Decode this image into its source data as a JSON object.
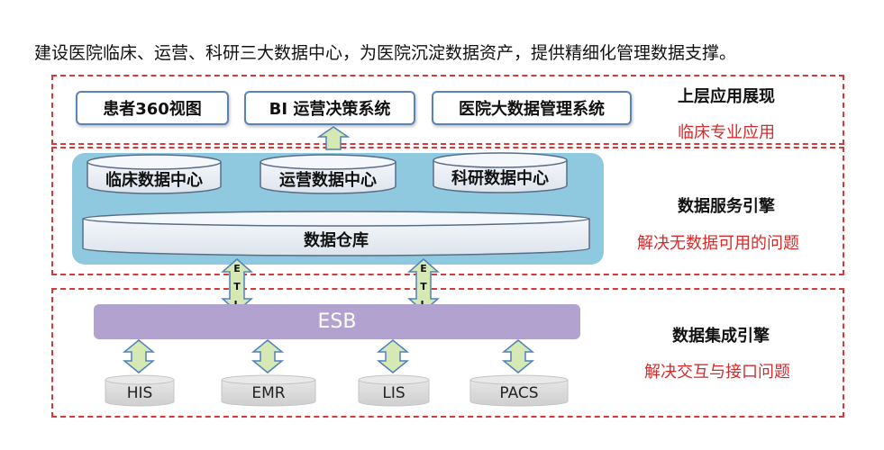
{
  "header": {
    "title": "建设医院临床、运营、科研三大数据中心，为医院沉淀数据资产，提供精细化管理数据支撑。"
  },
  "top_layer": {
    "apps": [
      "患者360视图",
      "BI 运营决策系统",
      "医院大数据管理系统"
    ],
    "label": "上层应用展现",
    "sublabel": "临床专业应用"
  },
  "service_layer": {
    "centers": [
      "临床数据中心",
      "运营数据中心",
      "科研数据中心"
    ],
    "warehouse": "数据仓库",
    "label": "数据服务引擎",
    "sublabel": "解决无数据可用的问题"
  },
  "etl": {
    "letters": [
      "E",
      "T",
      "L"
    ]
  },
  "integration_layer": {
    "bus": "ESB",
    "systems": [
      "HIS",
      "EMR",
      "LIS",
      "PACS"
    ],
    "label": "数据集成引擎",
    "sublabel": "解决交互与接口问题"
  },
  "colors": {
    "dashed_border": "#d9383a",
    "app_border": "#5a84b8",
    "panel": "#8ec9e0",
    "cylinder": "#e8edf3",
    "esb": "#b2a2d0",
    "arrow_fill": "#d6e8b4",
    "arrow_stroke": "#4f81bd",
    "system_cylinder": "#d9d9d9"
  }
}
